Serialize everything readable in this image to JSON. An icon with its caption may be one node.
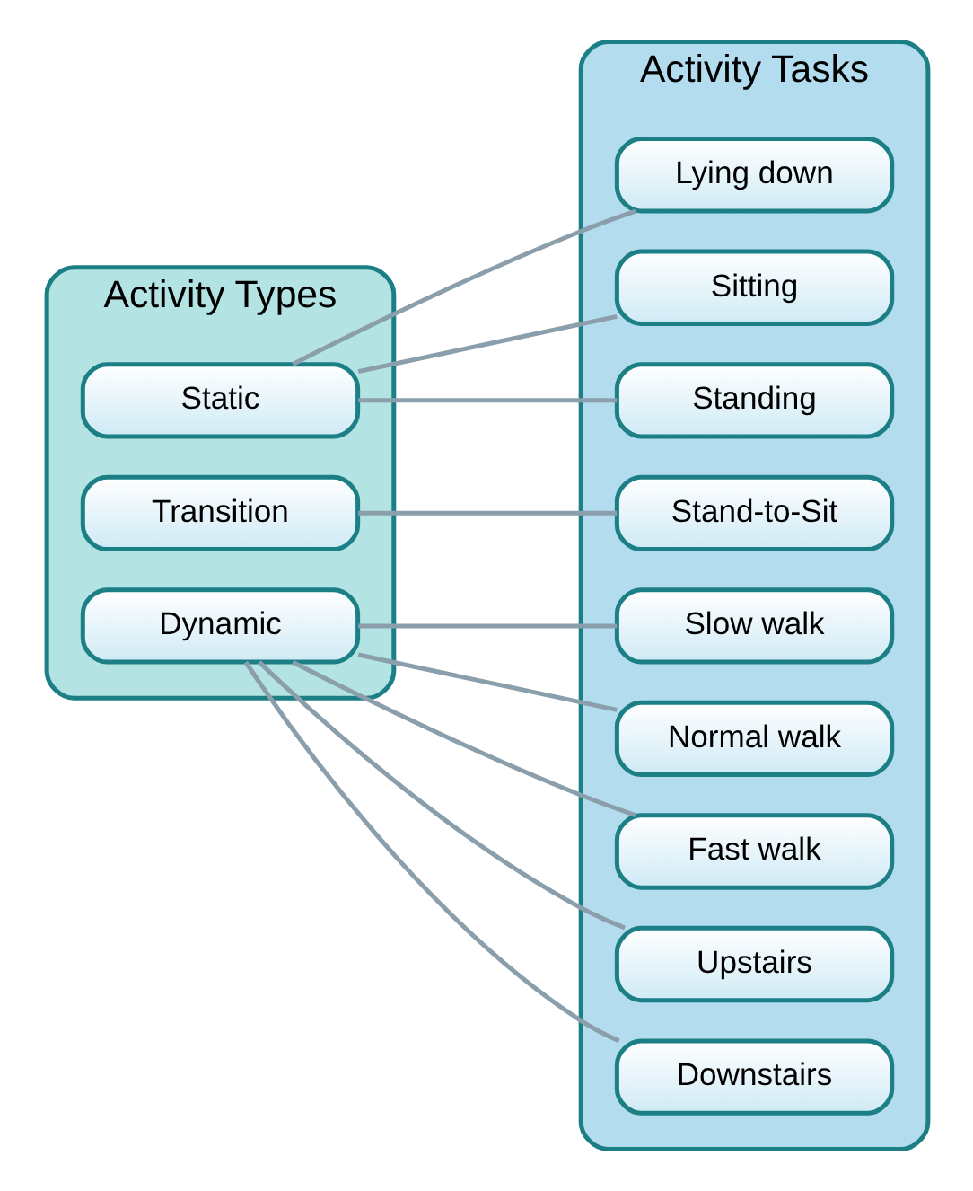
{
  "diagram": {
    "nodes": [
      {
        "text": [
          "Activity Types"
        ]
      },
      {
        "text": [
          "Static"
        ],
        "in": 0
      },
      {
        "text": [
          "Transition"
        ],
        "in": 0
      },
      {
        "text": [
          "Dynamic"
        ],
        "in": 0
      },
      {
        "text": [
          "Activity Tasks"
        ]
      },
      {
        "text": [
          "Lying down"
        ],
        "in": 4
      },
      {
        "text": [
          "Sitting"
        ],
        "in": 4
      },
      {
        "text": [
          "Standing"
        ],
        "in": 4
      },
      {
        "text": [
          "Stand-to-Sit"
        ],
        "in": 4
      },
      {
        "text": [
          "Slow walk"
        ],
        "in": 4
      },
      {
        "text": [
          "Normal walk"
        ],
        "in": 4
      },
      {
        "text": [
          "Fast walk"
        ],
        "in": 4
      },
      {
        "text": [
          "Upstairs"
        ],
        "in": 4
      },
      {
        "text": [
          "Downstairs"
        ],
        "in": 4
      }
    ],
    "edges": [
      {
        "from": 1,
        "to": 5,
        "arrow": "none"
      },
      {
        "from": 1,
        "to": 6,
        "arrow": "none"
      },
      {
        "from": 1,
        "to": 7,
        "arrow": "none"
      },
      {
        "from": 2,
        "to": 8,
        "arrow": "none"
      },
      {
        "from": 3,
        "to": 9,
        "arrow": "none"
      },
      {
        "from": 3,
        "to": 10,
        "arrow": "none"
      },
      {
        "from": 3,
        "to": 11,
        "arrow": "none"
      },
      {
        "from": 3,
        "to": 12,
        "arrow": "none"
      },
      {
        "from": 3,
        "to": 13,
        "arrow": "none"
      }
    ]
  }
}
